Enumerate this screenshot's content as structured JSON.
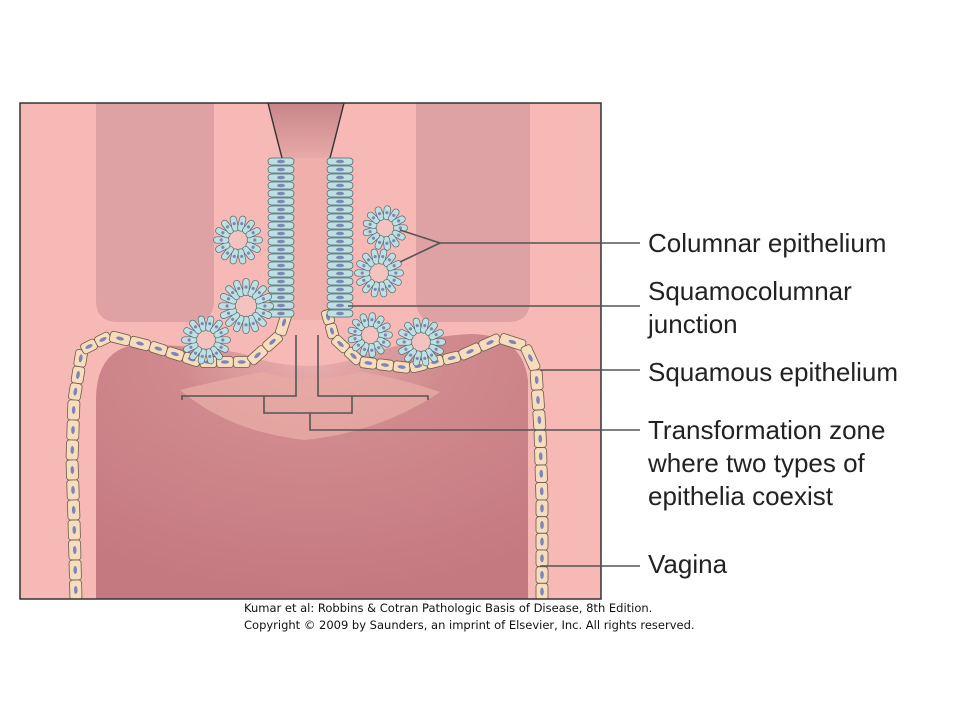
{
  "labels": {
    "columnar": [
      "Columnar epithelium"
    ],
    "junction": [
      "Squamocolumnar",
      "junction"
    ],
    "squamous": [
      "Squamous epithelium"
    ],
    "transformation": [
      "Transformation zone",
      "where two types of",
      "epithelia coexist"
    ],
    "vagina": [
      "Vagina"
    ]
  },
  "credit": {
    "line1": "Kumar et al: Robbins & Cotran Pathologic Basis of Disease, 8th Edition.",
    "line2": "Copyright © 2009 by Saunders, an imprint of Elsevier, Inc. All rights reserved."
  },
  "colors": {
    "tissue_background": "#f7b9b5",
    "stroma_shadow": "#d69a9f",
    "canal": "#c9878a",
    "vaginal_lumen": "#c97a80",
    "transformation_zone": "#e6a9a3",
    "squamous_cell": "#f7dcbd",
    "columnar_cell": "#bfe0e2",
    "nucleus": "#7d86b6",
    "leader_line": "#555555"
  }
}
